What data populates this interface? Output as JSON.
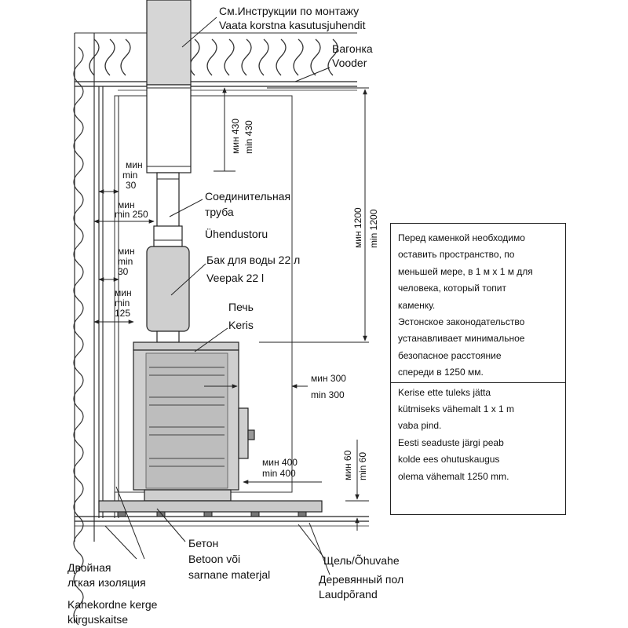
{
  "callouts": {
    "instructions_ru": "См.Инструкции по монтажу",
    "instructions_et": "Vaata korstna kasutusjuhendit",
    "lining_ru": "Вагонка",
    "lining_et": "Vooder",
    "connector_ru_1": "Соединительная",
    "connector_ru_2": "труба",
    "connector_et": "Ühendustoru",
    "tank_ru": "Бак для воды 22 л",
    "tank_et": "Veepak 22 l",
    "stove_ru": "Печь",
    "stove_et": "Keris",
    "concrete_ru": "Бетон",
    "concrete_et_1": "Betoon või",
    "concrete_et_2": "sarnane materjal",
    "gap_label": "Щель/Õhuvahe",
    "floor_ru": "Деревянный пол",
    "floor_et": "Laudpõrand",
    "insulation_ru_1": "Двойная",
    "insulation_ru_2": "лгкая изоляция",
    "insulation_et_1": "Kahekordne kerge",
    "insulation_et_2": "kiirguskaitse"
  },
  "dimensions": {
    "side_30_top": [
      "мин",
      "min",
      "30"
    ],
    "side_250": [
      "мин",
      "min 250"
    ],
    "side_30_mid": [
      "мин",
      "min",
      "30"
    ],
    "side_125": [
      "мин",
      "min",
      "125"
    ],
    "front_300_ru": "мин 300",
    "front_300_et": "min 300",
    "front_400_ru": "мин 400",
    "front_400_et": "min 400",
    "ceiling_430_ru": "мин 430",
    "ceiling_430_et": "min 430",
    "height_1200_ru": "мин 1200",
    "height_1200_et": "min 1200",
    "floor_60_ru": "мин 60",
    "floor_60_et": "min 60"
  },
  "note": {
    "ru": [
      "Перед каменкой необходимо",
      "оставить пространство, по",
      "меньшей мере, в 1 м х 1 м для",
      "человека, который топит",
      "каменку.",
      "Эстонское законодательство",
      "устанавливает минимальное",
      "безопасное расстояние",
      "спереди в 1250 мм."
    ],
    "et": [
      "Kerise ette tuleks jätta",
      "kütmiseks vähemalt 1 x 1 m",
      "vaba pind.",
      "Eesti seaduste järgi peab",
      "kolde ees ohutuskaugus",
      "olema vähemalt 1250 mm."
    ]
  },
  "colors": {
    "line": "#222222",
    "steel_fill": "#cfcfcf",
    "chimney_fill": "#d6d6d6",
    "concrete_fill": "#c9c9c9",
    "background": "#ffffff"
  }
}
